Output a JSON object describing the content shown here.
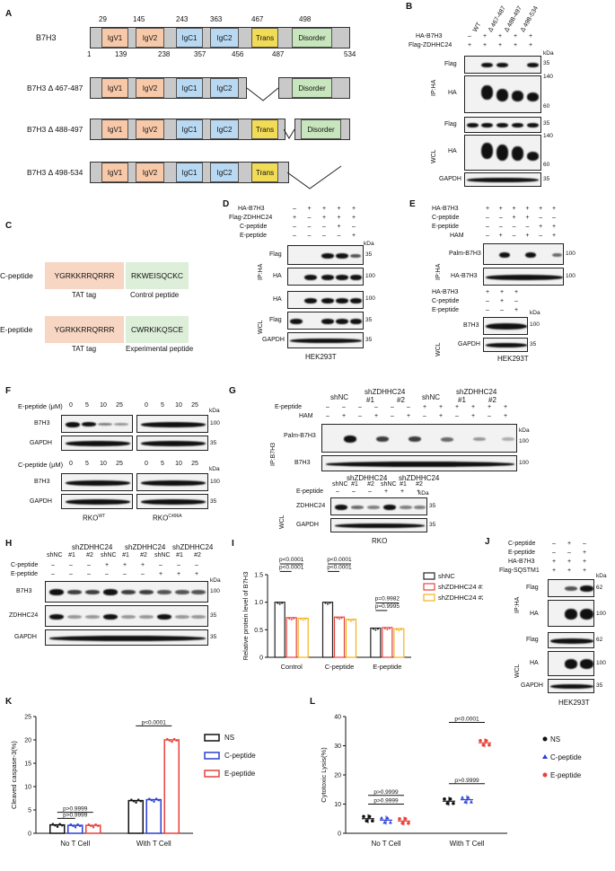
{
  "panel_labels": [
    "A",
    "B",
    "C",
    "D",
    "E",
    "F",
    "G",
    "H",
    "I",
    "J",
    "K",
    "L"
  ],
  "panelA": {
    "protein": "B7H3",
    "top_numbers": [
      "29",
      "145",
      "243",
      "363",
      "467",
      "498"
    ],
    "bottom_numbers": [
      "1",
      "139",
      "238",
      "357",
      "456",
      "487",
      "534"
    ],
    "domains": [
      "IgV1",
      "IgV2",
      "IgC1",
      "IgC2",
      "Trans",
      "Disorder"
    ],
    "mutants": [
      "B7H3 Δ 467-487",
      "B7H3 Δ 488-497",
      "B7H3 Δ 498-534"
    ],
    "colors": {
      "igv": "#f7c9a9",
      "igc": "#b9d9f2",
      "trans": "#f3dc55",
      "disorder": "#c8e6bd",
      "gray": "#c9c9c9"
    }
  },
  "panelB": {
    "lanes": [
      "WT",
      "Δ 467-487",
      "Δ 488-497",
      "Δ 498-534"
    ],
    "row1_label": "HA-B7H3",
    "row1_vals": [
      "–",
      "+",
      "+",
      "+",
      "+"
    ],
    "row2_label": "Flag-ZDHHC24",
    "row2_vals": [
      "+",
      "+",
      "+",
      "+",
      "+"
    ],
    "blots": [
      "Flag",
      "HA",
      "Flag",
      "HA",
      "GAPDH"
    ],
    "groups": [
      "IP:HA",
      "WCL"
    ],
    "kda": "kDa",
    "markers": [
      "35",
      "140",
      "60",
      "35",
      "140",
      "60",
      "35"
    ]
  },
  "panelC": {
    "rows": [
      {
        "name": "C-peptide",
        "tat": "YGRKKRRQRRR",
        "seq": "RKWEISQCKC",
        "tat_caption": "TAT tag",
        "caption": "Control peptide"
      },
      {
        "name": "E-peptide",
        "tat": "YGRKKRRQRRR",
        "seq": "CWRKIKQSCE",
        "tat_caption": "TAT tag",
        "caption": "Experimental peptide"
      }
    ]
  },
  "panelD": {
    "conditions": [
      {
        "label": "HA-B7H3",
        "vals": [
          "–",
          "+",
          "+",
          "+",
          "+"
        ]
      },
      {
        "label": "Flag-ZDHHC24",
        "vals": [
          "+",
          "–",
          "+",
          "+",
          "+"
        ]
      },
      {
        "label": "C-peptide",
        "vals": [
          "–",
          "–",
          "–",
          "+",
          "–"
        ]
      },
      {
        "label": "E-peptide",
        "vals": [
          "–",
          "–",
          "–",
          "–",
          "+"
        ]
      }
    ],
    "blots": [
      "Flag",
      "HA",
      "HA",
      "Flag",
      "GAPDH"
    ],
    "groups": [
      "IP:HA",
      "WCL"
    ],
    "markers": [
      "35",
      "100",
      "100",
      "35",
      "35"
    ],
    "kda": "kDa",
    "cell": "HEK293T"
  },
  "panelE": {
    "conditions_top": [
      {
        "label": "HA-B7H3",
        "vals": [
          "+",
          "+",
          "+",
          "+",
          "+",
          "+"
        ]
      },
      {
        "label": "C-peptide",
        "vals": [
          "–",
          "–",
          "+",
          "+",
          "–",
          "–"
        ]
      },
      {
        "label": "E-peptide",
        "vals": [
          "–",
          "–",
          "–",
          "–",
          "+",
          "+"
        ]
      },
      {
        "label": "HAM",
        "vals": [
          "–",
          "+",
          "–",
          "+",
          "–",
          "+"
        ]
      }
    ],
    "conditions_bottom": [
      {
        "label": "HA-B7H3",
        "vals": [
          "+",
          "+",
          "+"
        ]
      },
      {
        "label": "C-peptide",
        "vals": [
          "–",
          "+",
          "–"
        ]
      },
      {
        "label": "E-peptide",
        "vals": [
          "–",
          "–",
          "+"
        ]
      }
    ],
    "blots": [
      "Palm-B7H3",
      "HA-B7H3",
      "B7H3",
      "GAPDH"
    ],
    "groups": [
      "IP:HA",
      "WCL"
    ],
    "markers": [
      "100",
      "100",
      "100",
      "35"
    ],
    "kda": "kDa",
    "cell": "HEK293T"
  },
  "panelF": {
    "top_label": "E-peptide (μM)",
    "bottom_label": "C-peptide (μM)",
    "doses": [
      "0",
      "5",
      "10",
      "25"
    ],
    "blots": [
      "B7H3",
      "GAPDH"
    ],
    "markers": [
      "100",
      "35"
    ],
    "kda": "kDa",
    "cells": [
      "RKO",
      "WT",
      "RKO",
      "C496A"
    ]
  },
  "panelG": {
    "epeptide_label": "E-peptide",
    "ham_label": "HAM",
    "lane_groups": [
      "shNC",
      "shZDHHC24",
      "#1",
      "#2",
      "shNC",
      "shZDHHC24",
      "#1",
      "#2"
    ],
    "epeptide_vals": [
      "–",
      "–",
      "–",
      "–",
      "–",
      "–",
      "+",
      "+",
      "+",
      "+",
      "+",
      "+"
    ],
    "ham_vals": [
      "–",
      "+",
      "–",
      "+",
      "–",
      "+",
      "–",
      "+",
      "–",
      "+",
      "–",
      "+"
    ],
    "wcl_lanes": [
      "shNC",
      "#1",
      "#2",
      "shNC",
      "#1",
      "#2"
    ],
    "wcl_group_labels": [
      "shZDHHC24",
      "shZDHHC24"
    ],
    "wcl_epeptide": [
      "–",
      "–",
      "–",
      "+",
      "+",
      "+"
    ],
    "blots": [
      "Palm-B7H3",
      "B7H3",
      "ZDHHC24",
      "GAPDH"
    ],
    "groups": [
      "IP:B7H3",
      "WCL"
    ],
    "markers": [
      "100",
      "100",
      "35",
      "35"
    ],
    "kda": "kDa",
    "cell": "RKO"
  },
  "panelH": {
    "lanes": [
      "shNC",
      "#1",
      "#2",
      "shNC",
      "#1",
      "#2",
      "shNC",
      "#1",
      "#2"
    ],
    "group_labels": [
      "shZDHHC24",
      "shZDHHC24",
      "shZDHHC24"
    ],
    "cpeptide": [
      "–",
      "–",
      "–",
      "+",
      "+",
      "+",
      "–",
      "–",
      "–"
    ],
    "epeptide": [
      "–",
      "–",
      "–",
      "–",
      "–",
      "–",
      "+",
      "+",
      "+"
    ],
    "row_labels": [
      "C-peptide",
      "E-peptide"
    ],
    "blots": [
      "B7H3",
      "ZDHHC24",
      "GAPDH"
    ],
    "markers": [
      "100",
      "35",
      "35"
    ],
    "kda": "kDa"
  },
  "panelJ": {
    "conditions": [
      {
        "label": "C-peptide",
        "vals": [
          "–",
          "+",
          "–"
        ]
      },
      {
        "label": "E-peptide",
        "vals": [
          "–",
          "–",
          "+"
        ]
      },
      {
        "label": "HA-B7H3",
        "vals": [
          "+",
          "+",
          "+"
        ]
      },
      {
        "label": "Flag-SQSTM1",
        "vals": [
          "+",
          "+",
          "+"
        ]
      }
    ],
    "blots": [
      "Flag",
      "HA",
      "Flag",
      "HA",
      "GAPDH"
    ],
    "groups": [
      "IP:HA",
      "WCL"
    ],
    "markers": [
      "62",
      "100",
      "62",
      "100",
      "35"
    ],
    "kda": "kDa",
    "cell": "HEK293T"
  },
  "chart_data": [
    {
      "panel": "I",
      "type": "bar",
      "ylabel": "Relative protein level of B7H3",
      "ylim": [
        0,
        1.5
      ],
      "yticks": [
        "0",
        "0.5",
        "1.0",
        "1.5"
      ],
      "categories": [
        "Control",
        "C-peptide",
        "E-peptide"
      ],
      "series": [
        {
          "name": "shNC",
          "values": [
            1.0,
            1.0,
            0.53
          ],
          "color": "#222222"
        },
        {
          "name": "shZDHHC24 #1",
          "values": [
            0.72,
            0.73,
            0.54
          ],
          "color": "#e8413b"
        },
        {
          "name": "shZDHHC24 #2",
          "values": [
            0.71,
            0.69,
            0.52
          ],
          "color": "#f2b21f"
        }
      ],
      "annotations": [
        "p<0.0001",
        "p<0.0001",
        "p<0.0001",
        "p<0.0001",
        "p=0.9982",
        "p=0.9995"
      ]
    },
    {
      "panel": "K",
      "type": "bar",
      "ylabel": "Cleaved caspase-3(%)",
      "ylim": [
        0,
        25
      ],
      "yticks": [
        "0",
        "5",
        "10",
        "15",
        "20",
        "25"
      ],
      "categories": [
        "No T Cell",
        "With T Cell"
      ],
      "series": [
        {
          "name": "NS",
          "values": [
            1.8,
            7.0
          ],
          "color": "#111111"
        },
        {
          "name": "C-peptide",
          "values": [
            1.7,
            7.2
          ],
          "color": "#2b3fd6"
        },
        {
          "name": "E-peptide",
          "values": [
            1.7,
            20.0
          ],
          "color": "#e8413b"
        }
      ],
      "annotations": [
        "p>0.9999",
        "p>0.9999",
        "p<0.0001"
      ]
    },
    {
      "panel": "L",
      "type": "scatter",
      "ylabel": "Cytotoxic Lysis(%)",
      "ylim": [
        0,
        40
      ],
      "yticks": [
        "0",
        "10",
        "20",
        "30",
        "40"
      ],
      "categories": [
        "No T Cell",
        "With T Cell"
      ],
      "series": [
        {
          "name": "NS",
          "values": [
            5.0,
            11.0
          ],
          "color": "#111111"
        },
        {
          "name": "C-peptide",
          "values": [
            4.5,
            11.5
          ],
          "color": "#2b3fd6"
        },
        {
          "name": "E-peptide",
          "values": [
            4.2,
            31.0
          ],
          "color": "#e8413b"
        }
      ],
      "annotations": [
        "p>0.9999",
        "p>0.9999",
        "p>0.9999",
        "p<0.0001"
      ]
    }
  ]
}
